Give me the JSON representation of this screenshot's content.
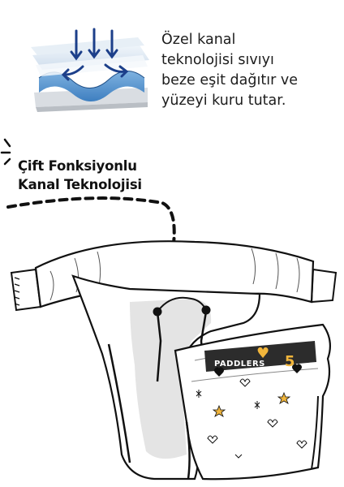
{
  "caption": {
    "lines": [
      "Özel kanal",
      "teknolojisi sıvıyı",
      "beze eşit dağıtır ve",
      "yüzeyi kuru tutar."
    ]
  },
  "callout": {
    "lines": [
      "Çift Fonksiyonlu",
      "Kanal Teknolojisi"
    ]
  },
  "brand": {
    "name": "PADDLERS",
    "size": "5"
  },
  "icons": [
    "layer-illustration-icon",
    "spark-lines-icon",
    "diaper-illustration-icon"
  ]
}
